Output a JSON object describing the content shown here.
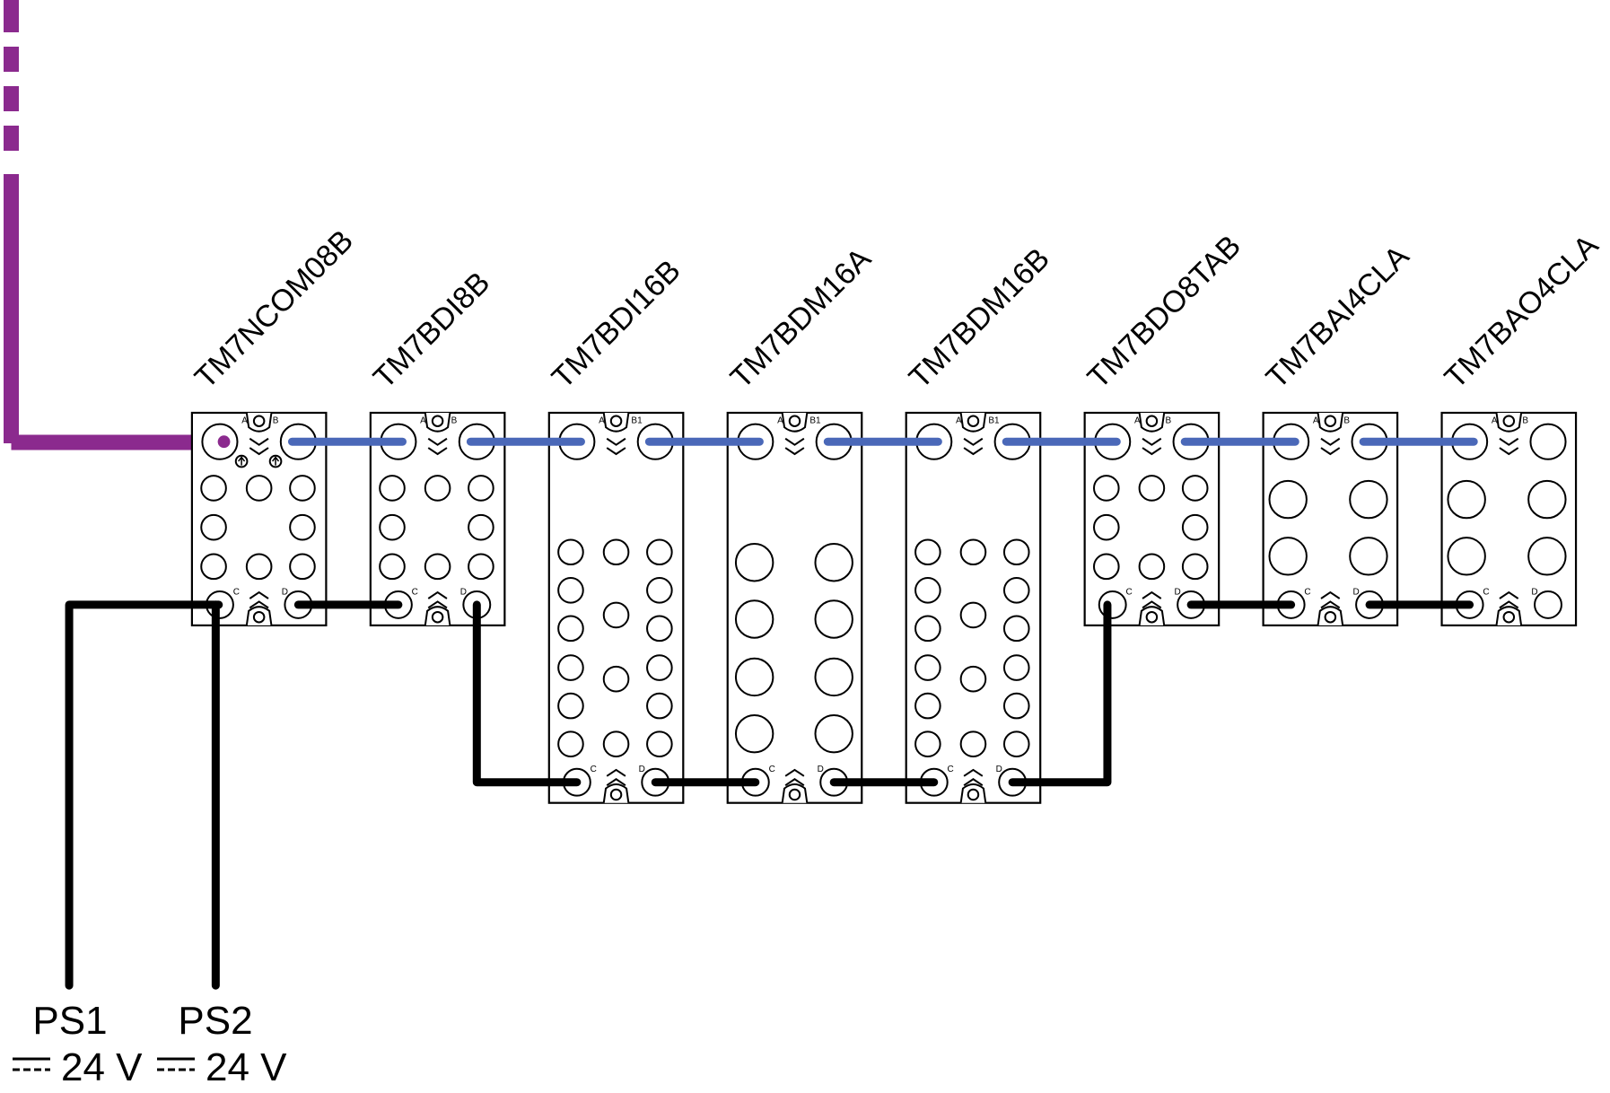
{
  "modules": [
    {
      "id": "m1",
      "label": "TM7NCOM08B"
    },
    {
      "id": "m2",
      "label": "TM7BDI8B"
    },
    {
      "id": "m3",
      "label": "TM7BDI16B"
    },
    {
      "id": "m4",
      "label": "TM7BDM16A"
    },
    {
      "id": "m5",
      "label": "TM7BDM16B"
    },
    {
      "id": "m6",
      "label": "TM7BDO8TAB"
    },
    {
      "id": "m7",
      "label": "TM7BAI4CLA"
    },
    {
      "id": "m8",
      "label": "TM7BAO4CLA"
    }
  ],
  "port_labels": {
    "a": "A",
    "b": "B",
    "b1": "B1",
    "c": "C",
    "d": "D"
  },
  "power_supplies": [
    {
      "id": "ps1",
      "name": "PS1",
      "voltage": "24 V"
    },
    {
      "id": "ps2",
      "name": "PS2",
      "voltage": "24 V"
    }
  ],
  "colors": {
    "network_cable": "#8b2a8e",
    "bus_cable": "#4a68b8",
    "power_cable": "#000000"
  }
}
